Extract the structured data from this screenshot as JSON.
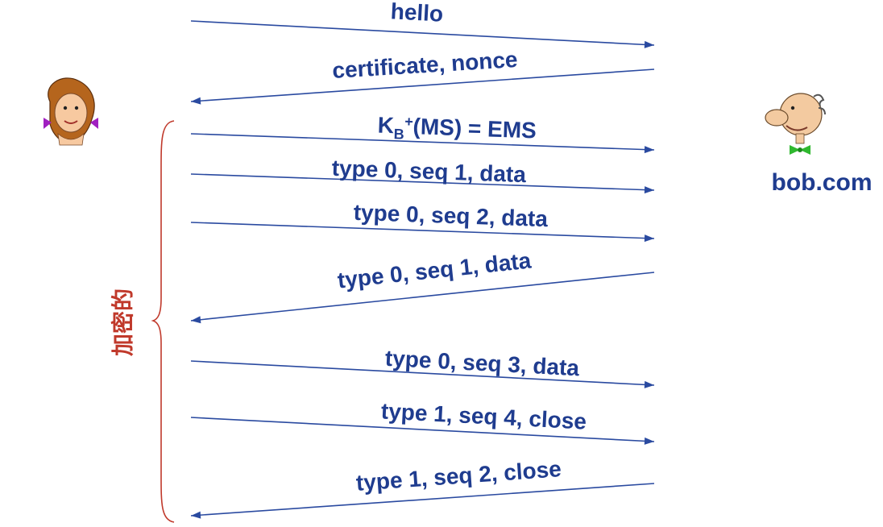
{
  "bob_label": "bob.com",
  "encrypted_label": "加密的",
  "colors": {
    "arrow": "#2a4aa0",
    "label": "#1f3c8f",
    "brace": "#c0392b"
  },
  "messages": [
    {
      "label": "hello",
      "direction": "to-bob"
    },
    {
      "label": "certificate, nonce",
      "direction": "to-alice"
    },
    {
      "label_main": "K",
      "label_sub": "B",
      "label_sup": "+",
      "label_rest": "(MS) = EMS",
      "direction": "to-bob"
    },
    {
      "label": "type 0, seq 1, data",
      "direction": "to-bob"
    },
    {
      "label": "type 0, seq 2, data",
      "direction": "to-bob"
    },
    {
      "label": "type 0, seq 1, data",
      "direction": "to-alice"
    },
    {
      "label": "type 0, seq 3, data",
      "direction": "to-bob"
    },
    {
      "label": "type 1, seq 4, close",
      "direction": "to-bob"
    },
    {
      "label": "type 1, seq 2, close",
      "direction": "to-alice"
    }
  ]
}
